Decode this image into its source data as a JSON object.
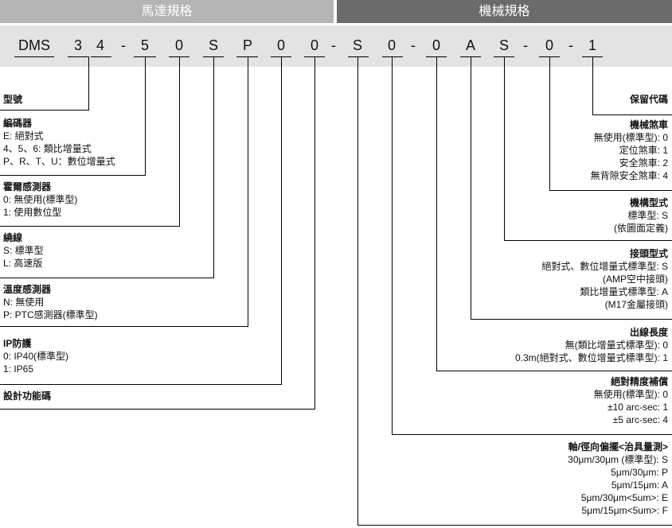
{
  "header": {
    "motor_spec": "馬達規格",
    "mechanical_spec": "機械規格"
  },
  "code_segments": [
    "DMS",
    "3",
    "4",
    "-",
    "5",
    "0",
    "S",
    "P",
    "0",
    "0",
    "-",
    "S",
    "0",
    "-",
    "0",
    "A",
    "S",
    "-",
    "0",
    "-",
    "1"
  ],
  "left_labels": [
    {
      "title": "型號",
      "lines": []
    },
    {
      "title": "編碼器",
      "lines": [
        "E: 絕對式",
        "4、5、6: 類比增量式",
        "P、R、T、U：數位增量式"
      ]
    },
    {
      "title": "霍爾感測器",
      "lines": [
        "0: 無使用(標準型)",
        "1: 使用數位型"
      ]
    },
    {
      "title": "繞線",
      "lines": [
        "S: 標準型",
        "L: 高速版"
      ]
    },
    {
      "title": "溫度感測器",
      "lines": [
        "N: 無使用",
        "P: PTC感測器(標準型)"
      ]
    },
    {
      "title": "IP防護",
      "lines": [
        "0: IP40(標準型)",
        "1: IP65"
      ]
    },
    {
      "title": "設計功能碼",
      "lines": []
    }
  ],
  "right_labels": [
    {
      "title": "保留代碼",
      "lines": []
    },
    {
      "title": "機械煞車",
      "lines": [
        "無使用(標準型): 0",
        "定位煞車: 1",
        "安全煞車: 2",
        "無背隙安全煞車: 4"
      ]
    },
    {
      "title": "機構型式",
      "lines": [
        "標準型: S",
        "(依圖面定義)"
      ]
    },
    {
      "title": "接頭型式",
      "lines": [
        "絕對式、數位增量式標準型: S",
        "(AMP空中接頭)",
        "類比增量式標準型: A",
        "(M17金屬接頭)"
      ]
    },
    {
      "title": "出線長度",
      "lines": [
        "無(類比增量式標準型): 0",
        "0.3m(絕對式、數位增量式標準型): 1"
      ]
    },
    {
      "title": "絕對精度補償",
      "lines": [
        "無使用(標準型): 0",
        "±10 arc-sec: 1",
        "±5 arc-sec: 4"
      ]
    },
    {
      "title": "軸/徑向偏擺<治具量測>",
      "lines": [
        "30μm/30μm (標準型): S",
        "5μm/30μm: P",
        "5μm/15μm: A",
        "5μm/30μm<5um>: E",
        "5μm/15μm<5um>: F"
      ]
    }
  ]
}
